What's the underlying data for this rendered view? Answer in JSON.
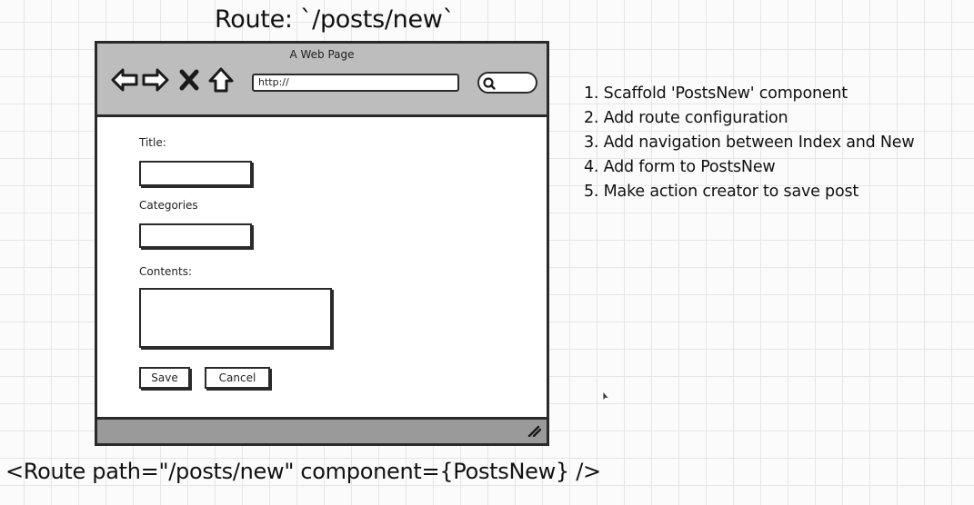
{
  "heading": "Route: `/posts/new`",
  "mockup": {
    "window_title": "A Web Page",
    "url_value": "http://",
    "icons": [
      "back-arrow-icon",
      "forward-arrow-icon",
      "close-x-icon",
      "home-icon",
      "search-icon",
      "resize-grip-icon"
    ],
    "form": {
      "title_label": "Title:",
      "categories_label": "Categories",
      "contents_label": "Contents:",
      "save_label": "Save",
      "cancel_label": "Cancel"
    }
  },
  "steps": [
    "1. Scaffold 'PostsNew' component",
    "2. Add route configuration",
    "3. Add navigation between Index and New",
    "4. Add form to PostsNew",
    "5. Make action creator to save post"
  ],
  "code_line": "<Route path=\"/posts/new\" component={PostsNew} />",
  "colors": {
    "toolbar": "#bdbdbd",
    "statusbar": "#9a9a9a",
    "ink": "#2a2a2a",
    "grid": "#e6e6e6"
  }
}
